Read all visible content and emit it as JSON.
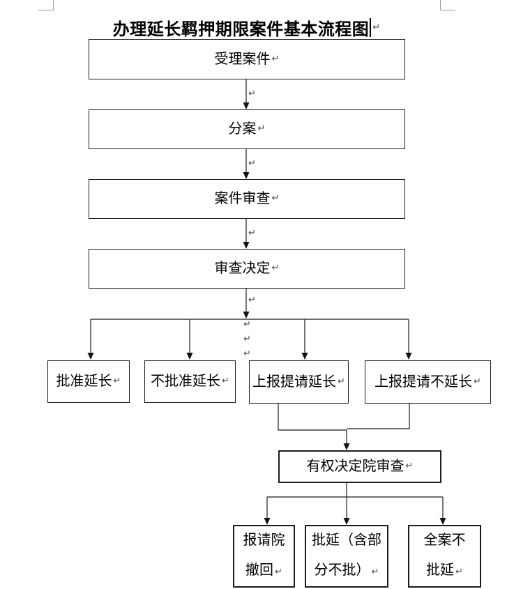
{
  "title": "办理延长羁押期限案件基本流程图",
  "paragraph_mark": "↵",
  "nodes": {
    "accept": "受理案件",
    "assign": "分案",
    "case_review": "案件审查",
    "review_decision": "审查决定",
    "approve_extension": "批准延长",
    "disapprove_extension": "不批准延长",
    "report_request_extension": "上报提请延长",
    "report_request_no_extension": "上报提请不延长",
    "authority_review": "有权决定院审查",
    "request_withdraw_line1": "报请院",
    "request_withdraw_line2": "撤回",
    "approve_delay_line1": "批延（含部",
    "approve_delay_line2": "分不批）",
    "no_delay_line1": "全案不",
    "no_delay_line2": "批延"
  },
  "colors": {
    "line": "#3d3d3d",
    "box_border": "#1c1c1c",
    "boundary_mark": "#9b9b9b"
  }
}
